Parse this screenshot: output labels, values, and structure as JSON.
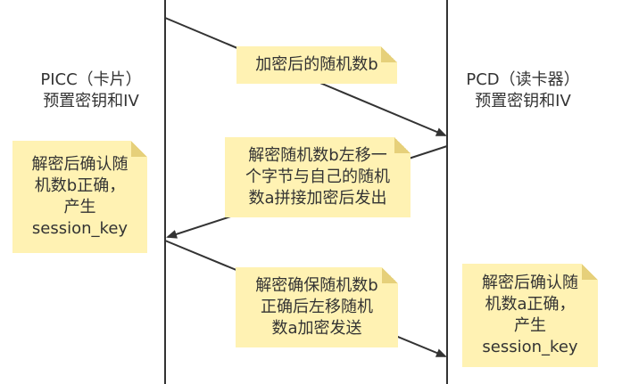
{
  "participants": {
    "picc": {
      "name": "PICC（卡片）",
      "preset": "预置密钥和IV"
    },
    "pcd": {
      "name": "PCD（读卡器）",
      "preset": "预置密钥和IV"
    }
  },
  "notes": {
    "msg1": [
      "加密后的随机数b"
    ],
    "msg2": [
      "解密随机数b左移一",
      "个字节与自己的随机",
      "数a拼接加密后发出"
    ],
    "picc_step": [
      "解密后确认随",
      "机数b正确，",
      "产生",
      "session_key"
    ],
    "msg3": [
      "解密确保随机数b",
      "正确后左移随机",
      "数a加密发送"
    ],
    "pcd_step": [
      "解密后确认随",
      "机数a正确，",
      "产生",
      "session_key"
    ]
  },
  "colors": {
    "note_fill": "#fff2b3",
    "line": "#333333",
    "text": "#333333"
  }
}
